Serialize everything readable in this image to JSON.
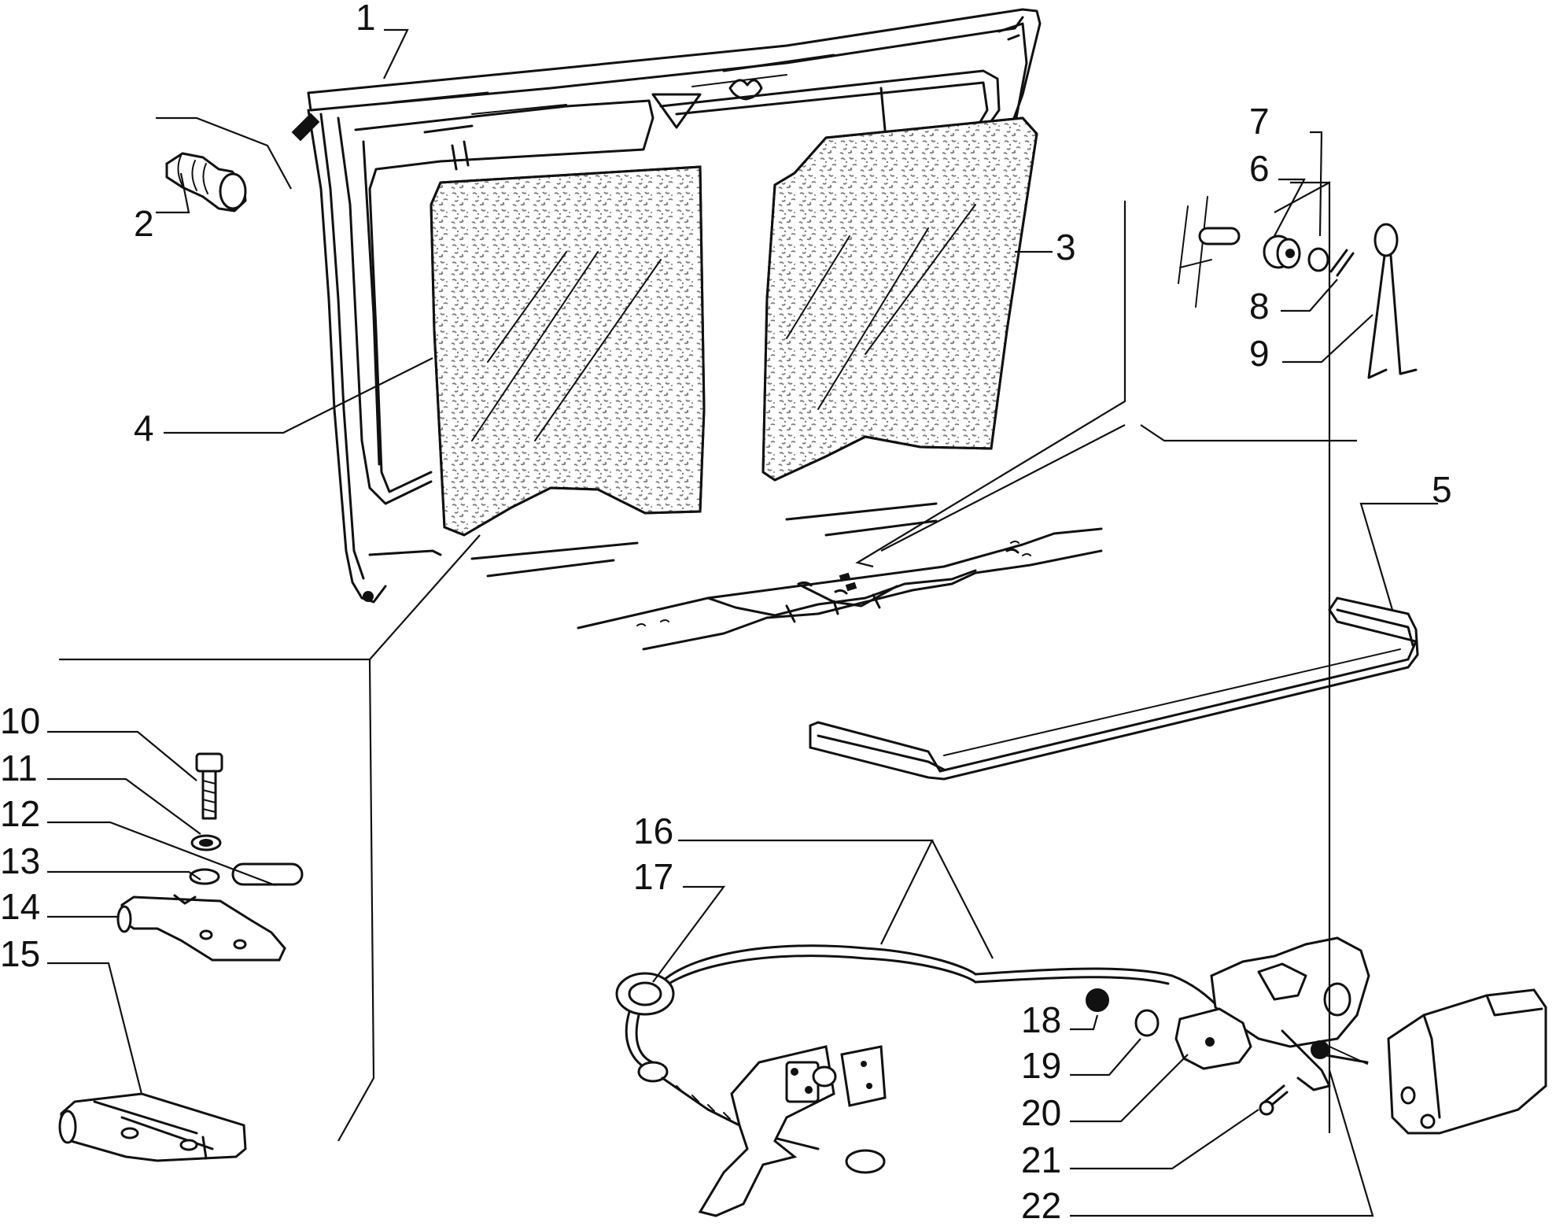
{
  "callouts": {
    "c1": "1",
    "c2": "2",
    "c3": "3",
    "c4": "4",
    "c5": "5",
    "c6": "6",
    "c7": "7",
    "c8": "8",
    "c9": "9",
    "c10": "10",
    "c11": "11",
    "c12": "12",
    "c13": "13",
    "c14": "14",
    "c15": "15",
    "c16": "16",
    "c17": "17",
    "c18": "18",
    "c19": "19",
    "c20": "20",
    "c21": "21",
    "c22": "22"
  }
}
